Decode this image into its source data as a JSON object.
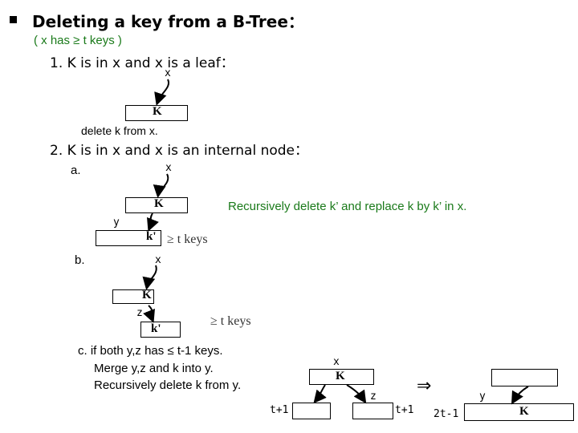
{
  "heading": {
    "title": "Deleting a key from a B-Tree：",
    "condition": "( x has ≥ t keys )"
  },
  "case1": {
    "label": "1. K is in x and x is a leaf：",
    "node_label": "x",
    "key": "K",
    "caption": "delete k from x."
  },
  "case2": {
    "label": "2. K is in x and x is an internal node：",
    "a": {
      "label": "a.",
      "node_x": "x",
      "key": "K",
      "child_y": "y",
      "pred_key": "k'",
      "keys_note": "≥ t  keys",
      "description": "Recursively delete k’ and replace k by k’ in x."
    },
    "b": {
      "label": "b.",
      "node_x": "x",
      "key": "K",
      "child_z": "z",
      "succ_key": "k'",
      "keys_note": "≥ t  keys"
    },
    "c": {
      "line1": "c. if both y,z has ≤ t-1 keys.",
      "line2": "Merge y,z and k into y.",
      "line3": "Recursively delete k from y.",
      "before": {
        "node_x": "x",
        "key": "K",
        "left_count": "t+1",
        "right_label": "z",
        "right_count": "t+1"
      },
      "arrow": "⇒",
      "after": {
        "node_y": "y",
        "merged_count": "2t-1",
        "key": "K"
      }
    }
  }
}
